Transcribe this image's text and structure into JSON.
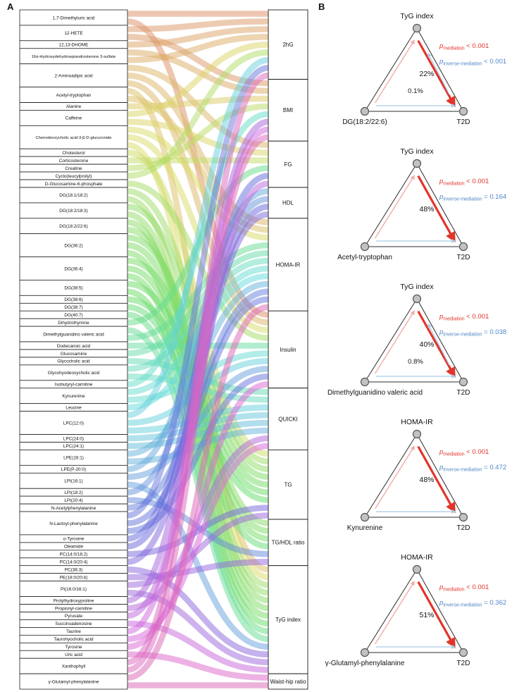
{
  "figure": {
    "panel_a_label": "A",
    "panel_b_label": "B"
  },
  "colors": {
    "red": "#E2342A",
    "blue": "#4F86C6",
    "light_blue": "#A8CCE8",
    "pink": "#F2ABA6",
    "edge_black": "#2B2B2B",
    "node_fill": "#C2C2C2",
    "node_stroke": "#555555",
    "box_stroke": "#000000"
  },
  "chart_data": [
    {
      "type": "sankey",
      "title": "Metabolite associations with clinical insulin-resistance / adiposity measures",
      "left_labels": [
        "1,7-Dimethyluric acid",
        "12-HETE",
        "12,13-DHOME",
        "16α-Hydroxydehydroepiandrosterone 3-sulfate",
        "2-Aminoadipic acid",
        "Acetyl-tryptophan",
        "Alanine",
        "Caffeine",
        "Chenodeoxycholic acid-3-β-D-glucuronide",
        "Cholesterol",
        "Corticosterone",
        "Creatine",
        "Cyclo(leucylprolyl)",
        "D-Glucosamine-6-phosphate",
        "DG(18:1/18:2)",
        "DG(18:2/18:3)",
        "DG(18:2/22:6)",
        "DG(36:2)",
        "DG(36:4)",
        "DG(38:5)",
        "DG(38:6)",
        "DG(38:7)",
        "DG(40:7)",
        "Dihydrothymine",
        "Dimethylguanidino valeric acid",
        "Dodecanoic acid",
        "Glucosamine",
        "Glycocholic acid",
        "Glycohyodeoxycholic acid",
        "Isobutyryl-carnitine",
        "Kynurenine",
        "Leucine",
        "LPC(12:0)",
        "LPC(24:0)",
        "LPC(24:1)",
        "LPE(16:1)",
        "LPE(P-20:0)",
        "LPI(16:1)",
        "LPI(18:2)",
        "LPI(20:4)",
        "N-Acetylphenylalanine",
        "N-Lactoyl-phenylalanine",
        "o-Tyrosine",
        "Oleamide",
        "PC(14:0/18:2)",
        "PC(14:0/20:4)",
        "PC(38:3)",
        "PE(18:0/20:4)",
        "PI(16:0/16:1)",
        "Prolylhydroxyproline",
        "Propionyl-carnitine",
        "Pyruvate",
        "Succinoadenosine",
        "Taurine",
        "Taurohyocholic acid",
        "Tyrosine",
        "Uric acid",
        "Xanthophyll",
        "γ-Glutamyl-phenylalanine"
      ],
      "right_labels": [
        "2hG",
        "BMI",
        "FG",
        "HDL",
        "HOMA-IR",
        "Insulin",
        "QUICKI",
        "TG",
        "TG/HDL ratio",
        "TyG index",
        "Waist-hip ratio"
      ],
      "links": [
        [
          0,
          0
        ],
        [
          0,
          5
        ],
        [
          1,
          0
        ],
        [
          1,
          1
        ],
        [
          2,
          0
        ],
        [
          3,
          1
        ],
        [
          3,
          0
        ],
        [
          4,
          2
        ],
        [
          4,
          4
        ],
        [
          4,
          5
        ],
        [
          5,
          9
        ],
        [
          5,
          4
        ],
        [
          6,
          1
        ],
        [
          7,
          0
        ],
        [
          7,
          2
        ],
        [
          8,
          4
        ],
        [
          8,
          5
        ],
        [
          8,
          9
        ],
        [
          9,
          7
        ],
        [
          10,
          2
        ],
        [
          11,
          1
        ],
        [
          12,
          0
        ],
        [
          13,
          5
        ],
        [
          14,
          7
        ],
        [
          14,
          9
        ],
        [
          15,
          7
        ],
        [
          15,
          9
        ],
        [
          16,
          9
        ],
        [
          16,
          8
        ],
        [
          17,
          7
        ],
        [
          17,
          8
        ],
        [
          17,
          9
        ],
        [
          18,
          7
        ],
        [
          18,
          8
        ],
        [
          18,
          9
        ],
        [
          19,
          7
        ],
        [
          19,
          9
        ],
        [
          20,
          7
        ],
        [
          21,
          8
        ],
        [
          22,
          9
        ],
        [
          23,
          2
        ],
        [
          24,
          9
        ],
        [
          24,
          4
        ],
        [
          25,
          5
        ],
        [
          26,
          4
        ],
        [
          27,
          6
        ],
        [
          28,
          4
        ],
        [
          28,
          6
        ],
        [
          29,
          1
        ],
        [
          30,
          4
        ],
        [
          30,
          5
        ],
        [
          31,
          4
        ],
        [
          32,
          0
        ],
        [
          32,
          5
        ],
        [
          32,
          6
        ],
        [
          33,
          6
        ],
        [
          34,
          6
        ],
        [
          35,
          4
        ],
        [
          35,
          6
        ],
        [
          36,
          3
        ],
        [
          37,
          5
        ],
        [
          37,
          9
        ],
        [
          38,
          3
        ],
        [
          39,
          8
        ],
        [
          40,
          4
        ],
        [
          41,
          0
        ],
        [
          41,
          4
        ],
        [
          41,
          5
        ],
        [
          42,
          2
        ],
        [
          43,
          3
        ],
        [
          44,
          7
        ],
        [
          45,
          3
        ],
        [
          46,
          9
        ],
        [
          47,
          8
        ],
        [
          48,
          7
        ],
        [
          48,
          9
        ],
        [
          49,
          1
        ],
        [
          50,
          6
        ],
        [
          51,
          2
        ],
        [
          52,
          9
        ],
        [
          53,
          1
        ],
        [
          54,
          6
        ],
        [
          55,
          5
        ],
        [
          56,
          10
        ],
        [
          57,
          0
        ],
        [
          57,
          1
        ],
        [
          58,
          4
        ],
        [
          58,
          10
        ]
      ],
      "layout": {
        "hue_start": 20,
        "hue_end": 320,
        "ribbon_opacity": 0.5,
        "legend": "off",
        "left_column": "metabolites",
        "right_column": "clinical measures"
      }
    },
    {
      "type": "diagram",
      "subtype": "mediation-triangles",
      "labels": {
        "p": "p",
        "mediation_sub": "mediation",
        "inverse_sub": "inverse-mediation"
      },
      "items": [
        {
          "mediator": "TyG index",
          "exposure": "DG(18:2/22:6)",
          "outcome": "T2D",
          "mediation_pct": "22%",
          "inverse_pct": "0.1%",
          "p_mediation": "< 0.001",
          "p_inverse": "< 0.001"
        },
        {
          "mediator": "TyG index",
          "exposure": "Acetyl-tryptophan",
          "outcome": "T2D",
          "mediation_pct": "48%",
          "inverse_pct": null,
          "p_mediation": "< 0.001",
          "p_inverse": "= 0.164"
        },
        {
          "mediator": "TyG index",
          "exposure": "Dimethylguanidino valeric acid",
          "outcome": "T2D",
          "mediation_pct": "40%",
          "inverse_pct": "0.8%",
          "p_mediation": "< 0.001",
          "p_inverse": "= 0.038"
        },
        {
          "mediator": "HOMA-IR",
          "exposure": "Kynurenine",
          "outcome": "T2D",
          "mediation_pct": "48%",
          "inverse_pct": null,
          "p_mediation": "< 0.001",
          "p_inverse": "= 0.472"
        },
        {
          "mediator": "HOMA-IR",
          "exposure": "γ-Glutamyl-phenylalanine",
          "outcome": "T2D",
          "mediation_pct": "51%",
          "inverse_pct": null,
          "p_mediation": "< 0.001",
          "p_inverse": "= 0.362"
        }
      ]
    }
  ]
}
